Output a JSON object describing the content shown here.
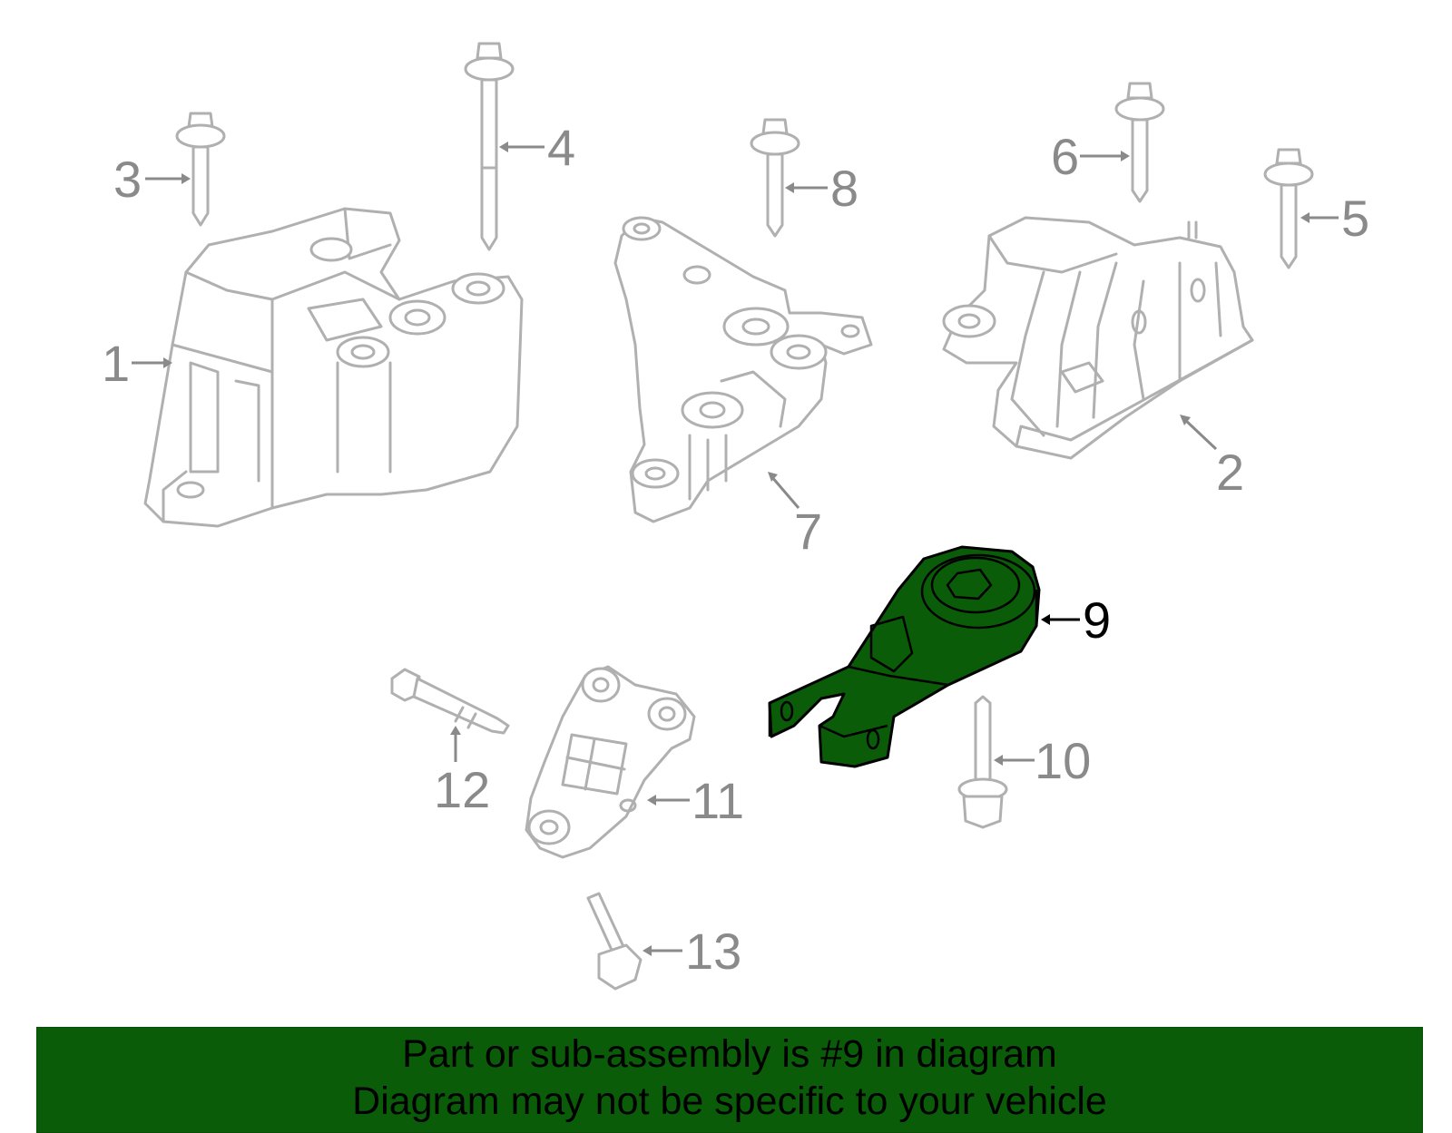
{
  "diagram": {
    "highlight_color": "#0a5c08",
    "selected_part": "9",
    "callouts": [
      {
        "id": "1",
        "label": "1"
      },
      {
        "id": "2",
        "label": "2"
      },
      {
        "id": "3",
        "label": "3"
      },
      {
        "id": "4",
        "label": "4"
      },
      {
        "id": "5",
        "label": "5"
      },
      {
        "id": "6",
        "label": "6"
      },
      {
        "id": "7",
        "label": "7"
      },
      {
        "id": "8",
        "label": "8"
      },
      {
        "id": "9",
        "label": "9"
      },
      {
        "id": "10",
        "label": "10"
      },
      {
        "id": "11",
        "label": "11"
      },
      {
        "id": "12",
        "label": "12"
      },
      {
        "id": "13",
        "label": "13"
      }
    ]
  },
  "banner": {
    "background": "#0a5c08",
    "line1": "Part or sub-assembly is #9 in diagram",
    "line2": "Diagram may not be specific to your vehicle"
  }
}
